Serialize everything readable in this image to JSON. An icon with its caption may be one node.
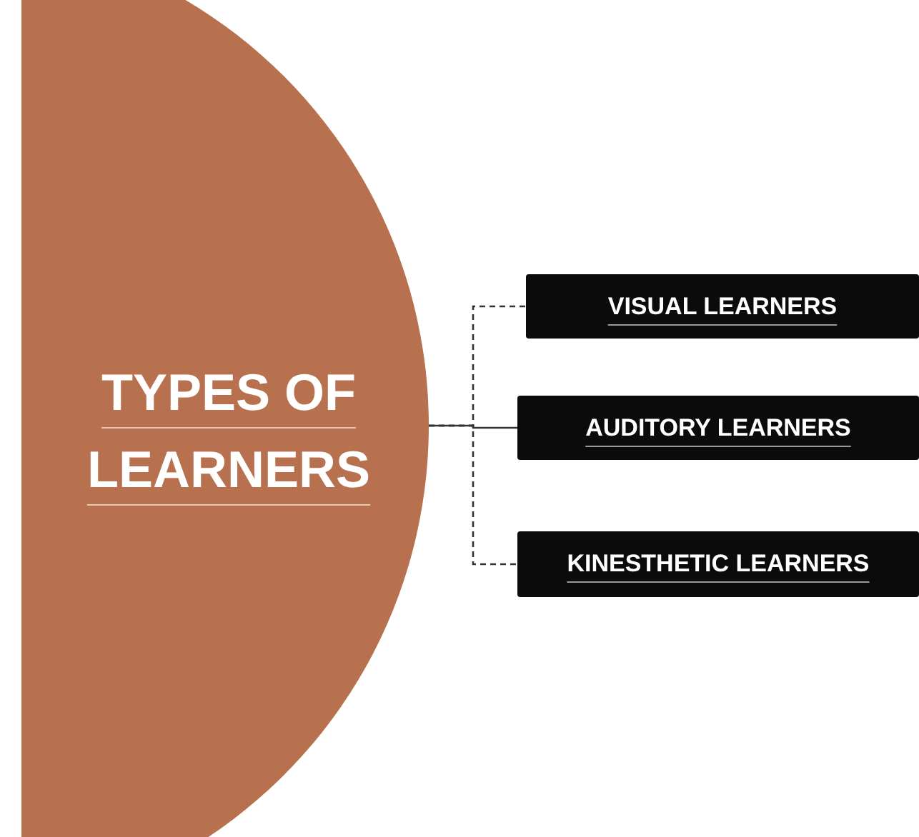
{
  "diagram": {
    "nodes": [
      {
        "text": [
          "TYPES OF LEARNERS"
        ]
      },
      {
        "text": [
          "VISUAL LEARNERS"
        ]
      },
      {
        "text": [
          "AUDITORY LEARNERS"
        ]
      },
      {
        "text": [
          "KINESTHETIC LEARNERS"
        ]
      }
    ],
    "edges": [
      {
        "from": 0,
        "to": 1,
        "arrow": "none",
        "style": "dashed"
      },
      {
        "from": 0,
        "to": 2,
        "arrow": "none"
      },
      {
        "from": 0,
        "to": 3,
        "arrow": "none",
        "style": "dashed"
      }
    ]
  }
}
